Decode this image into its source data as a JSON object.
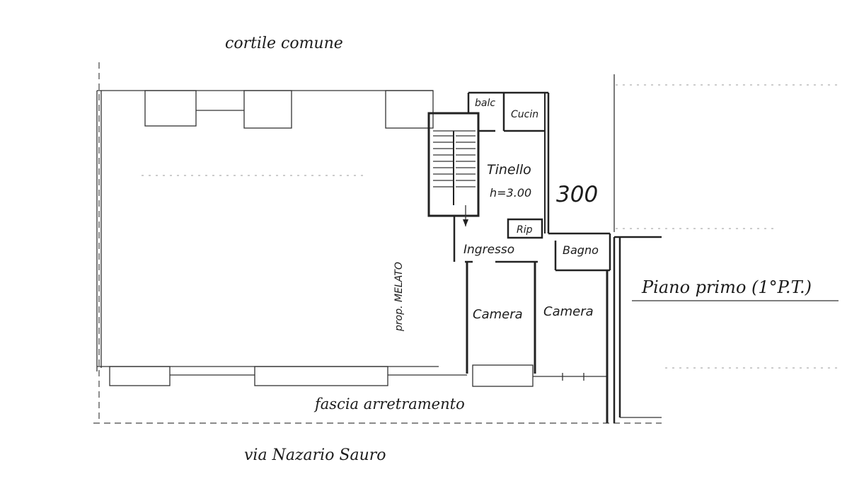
{
  "labels": {
    "courtyard": "cortile comune",
    "street": "via Nazario Sauro",
    "setback": "fascia arretramento",
    "neighbor": "prop. MELATO",
    "floor": "Piano primo (1°P.T.)",
    "height_note": "300"
  },
  "rooms": {
    "balcony": "balc",
    "kitchen": "Cucin",
    "living": "Tinello",
    "living_height": "h=3.00",
    "storage": "Rip",
    "entrance": "Ingresso",
    "bathroom": "Bagno",
    "bedroom_1": "Camera",
    "bedroom_2": "Camera"
  }
}
